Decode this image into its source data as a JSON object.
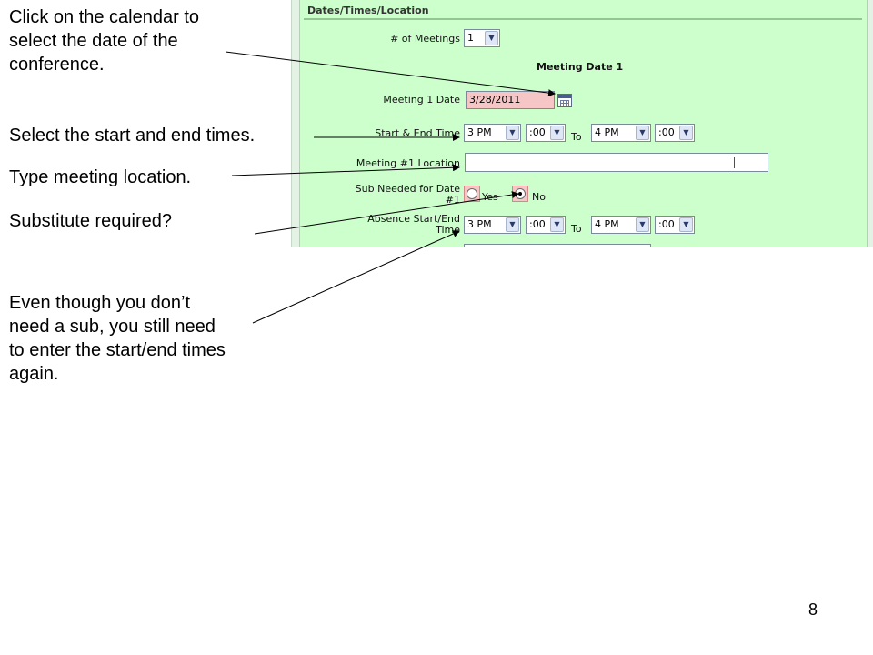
{
  "annotations": {
    "calendar": "Click on the calendar to\nselect the date of the\nconference.",
    "times": "Select the start and end times.",
    "location": "Type meeting location.",
    "substitute": "Substitute required?",
    "again": "Even though you don’t\nneed a sub, you still need\nto enter the start/end times\nagain."
  },
  "page_number": "8",
  "form": {
    "section_title": "Dates/Times/Location",
    "meetings_label": "# of Meetings",
    "meetings_value": "1",
    "meeting_heading": "Meeting Date 1",
    "date_label": "Meeting 1 Date",
    "date_value": "3/28/2011",
    "time_label": "Start & End Time",
    "start_hour": "3 PM",
    "start_min": ":00",
    "to_label": "To",
    "end_hour": "4 PM",
    "end_min": ":00",
    "location_label": "Meeting #1 Location",
    "location_value": "",
    "sub_label_line1": "Sub Needed for Date",
    "sub_label_line2": "#1",
    "sub_yes": "Yes",
    "sub_no": "No",
    "sub_selected": "No",
    "absence_label_line1": "Absence Start/End",
    "absence_label_line2": "Time",
    "abs_start_hour": "3 PM",
    "abs_start_min": ":00",
    "abs_end_hour": "4 PM",
    "abs_end_min": ":00"
  },
  "colors": {
    "panel_bg": "#ccffcc",
    "date_field_bg": "#f6c6c6"
  }
}
